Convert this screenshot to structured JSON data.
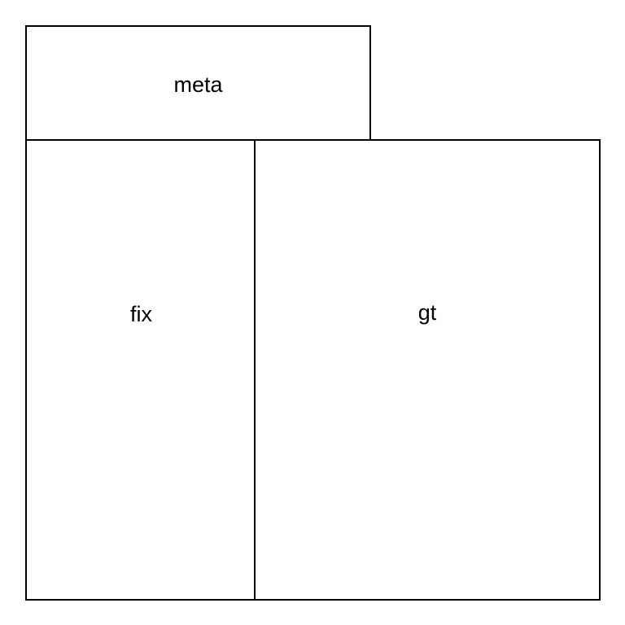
{
  "blocks": {
    "meta": {
      "label": "meta"
    },
    "fix": {
      "label": "fix"
    },
    "gt": {
      "label": "gt"
    }
  },
  "colors": {
    "border": "#000000",
    "background": "#ffffff",
    "text": "#000000"
  }
}
